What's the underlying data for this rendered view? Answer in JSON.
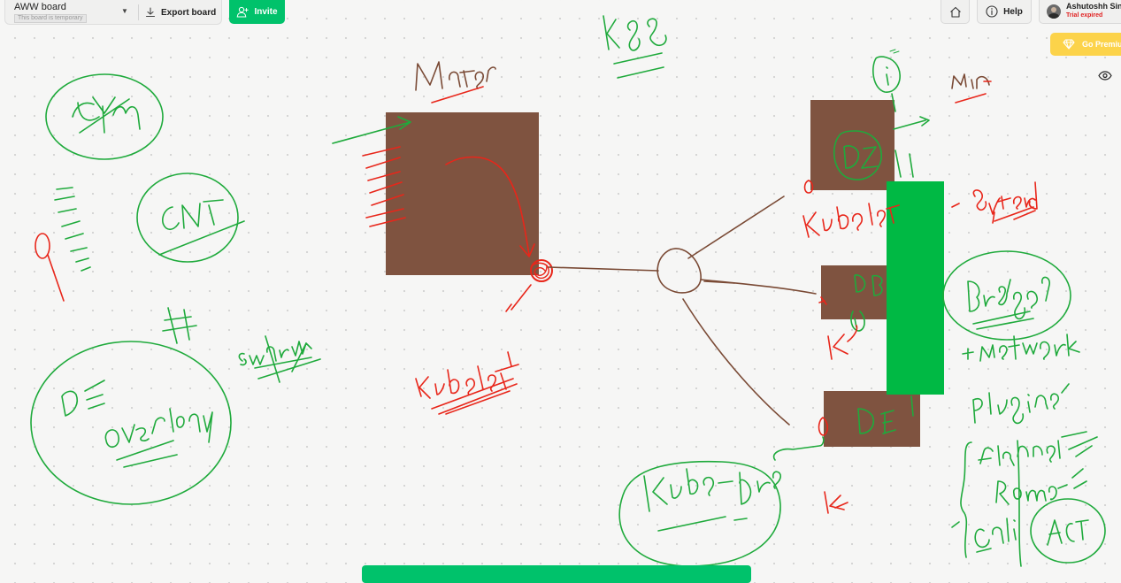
{
  "toolbar": {
    "board_name": "AWW board",
    "board_note": "This board is temporary",
    "export_label": "Export board",
    "invite_label": "Invite"
  },
  "topright": {
    "help_label": "Help",
    "user_name": "Ashutoshh Singh",
    "user_status": "Trial expired",
    "premium_label": "Go Premium"
  },
  "colors": {
    "accent_green": "#00c26b",
    "brown_box": "#7f5340",
    "ink_green": "#1faa3c",
    "ink_red": "#e8261a",
    "ink_brown": "#7a4a35",
    "premium_yellow": "#fcd34a"
  },
  "icons": [
    "chevron-down-icon",
    "download-icon",
    "add-user-icon",
    "home-icon",
    "info-icon",
    "diamond-icon",
    "eye-icon"
  ]
}
